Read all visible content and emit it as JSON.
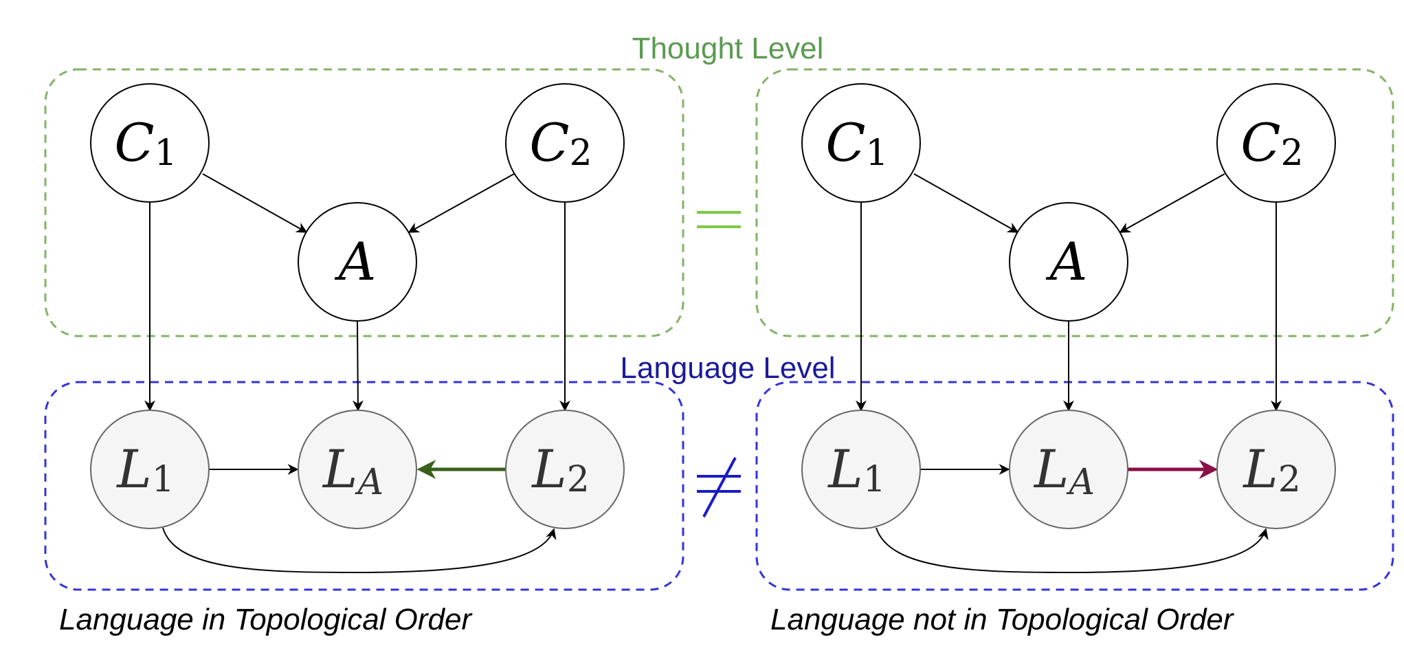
{
  "labels": {
    "thought_level": "Thought Level",
    "language_level": "Language Level",
    "equal_sign": "=",
    "not_equal_sign": "≠"
  },
  "left_panel": {
    "caption": "Language in Topological Order",
    "nodes": {
      "c1": {
        "main": "C",
        "sub": "1"
      },
      "c2": {
        "main": "C",
        "sub": "2"
      },
      "a": {
        "main": "A",
        "sub": ""
      },
      "l1": {
        "main": "L",
        "sub": "1"
      },
      "la": {
        "main": "L",
        "sub": "A"
      },
      "l2": {
        "main": "L",
        "sub": "2"
      }
    },
    "highlight_edge": {
      "from": "L2",
      "to": "LA",
      "color": "#38601a"
    }
  },
  "right_panel": {
    "caption": "Language not in Topological Order",
    "nodes": {
      "c1": {
        "main": "C",
        "sub": "1"
      },
      "c2": {
        "main": "C",
        "sub": "2"
      },
      "a": {
        "main": "A",
        "sub": ""
      },
      "l1": {
        "main": "L",
        "sub": "1"
      },
      "la": {
        "main": "L",
        "sub": "A"
      },
      "l2": {
        "main": "L",
        "sub": "2"
      }
    },
    "highlight_edge": {
      "from": "LA",
      "to": "L2",
      "color": "#8b0e45"
    }
  },
  "colors": {
    "thought_box": "#82b366",
    "thought_label": "#5c9a52",
    "language_box": "#3333dd",
    "language_label": "#1a1a9c",
    "equal_sign": "#7ec842",
    "not_equal_sign": "#1a1ac8",
    "language_node_fill": "#f5f5f5",
    "language_node_stroke": "#666666",
    "edge": "#000000"
  }
}
